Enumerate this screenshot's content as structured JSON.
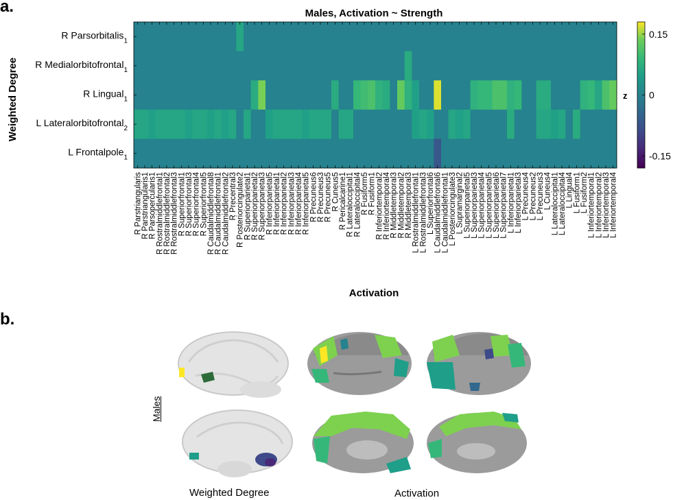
{
  "panel_labels": {
    "a": "a.",
    "b": "b."
  },
  "colors": {
    "background_cell": "#21908D"
  },
  "chart_data": {
    "type": "heatmap",
    "title": "Males, Activation ~ Strength",
    "xlabel": "Activation",
    "ylabel": "Weighted Degree",
    "colorbar": {
      "label": "z",
      "ticks": [
        0.15,
        0,
        -0.15
      ],
      "tick_labels": [
        "0.15",
        "0",
        "-0.15"
      ],
      "range": [
        -0.18,
        0.18
      ],
      "colormap": "viridis"
    },
    "rows": [
      {
        "name": "R Parsorbitalis",
        "sub": "1"
      },
      {
        "name": "R Medialorbitofrontal",
        "sub": "1"
      },
      {
        "name": "R Lingual",
        "sub": "1"
      },
      {
        "name": "L Lateralorbitofrontal",
        "sub": "2"
      },
      {
        "name": "L Frontalpole",
        "sub": "1"
      }
    ],
    "columns": [
      "R Parstriangularis",
      "R Parstriangularis1",
      "R Parsopercularis1",
      "R Rostralmiddlefrontal1",
      "R Rostralmiddlefrontal2",
      "R Rostralmiddlefrontal3",
      "R Superiorfrontal1",
      "R Superiorfrontal3",
      "R Superiorfrontal4",
      "R Superiorfrontal5",
      "R Caudalmiddlefrontal8",
      "R Caudalmiddlefrontal1",
      "R Caudalmiddlefrontal2",
      "R Precentral3",
      "R Posteriorcingulate2",
      "R Superiorparietal1",
      "R Superiorparietal2",
      "R Superiorparietal3",
      "R Inferiorparietal5",
      "R Inferiorparietal1",
      "R Inferiorparietal2",
      "R Inferiorparietal3",
      "R Inferiorparietal4",
      "R Inferiorparietal5",
      "R Precuneus6",
      "R Precuneus3",
      "R Precuneus5",
      "R Cuneus5",
      "R Pericalcarine1",
      "R Lateraloccipital1",
      "R Lateraloccipital4",
      "R Fusiform5",
      "R Fusiform1",
      "R Inferiortemporal2",
      "R Inferiortemporal4",
      "R Middletemporal3",
      "R Middletemporal2",
      "R Middletemporal3",
      "L Rostralmiddlefrontal1",
      "L Rostralmiddlefrontal3",
      "L Superiorfrontal6",
      "L Caudalmiddlefrontal6",
      "L Caudalmiddlefrontal1",
      "L Posteriorcingulate3",
      "L Supramarginal2",
      "L Superiorparietal5",
      "L Superiorparietal3",
      "L Superiorparietal4",
      "L Superiorparietal5",
      "L Superiorparietal6",
      "L Superiorparietal7",
      "L Inferiorparietal1",
      "L Inferiorparietal3",
      "L Precuneus4",
      "L Precuneus2",
      "L Precuneus3",
      "L Cuneus4",
      "L Lateraloccipital1",
      "L Lateraloccipital4",
      "L Lingual4",
      "L Fusiform1",
      "L Fusiform2",
      "L Inferiortemporal1",
      "L Inferiortemporal2",
      "L Inferiortemporal3",
      "L Inferiortemporal4"
    ],
    "values": [
      [
        0,
        0,
        0,
        0,
        0,
        0,
        0,
        0,
        0,
        0,
        0,
        0,
        0,
        0,
        0.06,
        0,
        0,
        0,
        0,
        0,
        0,
        0,
        0,
        0,
        0,
        0,
        0,
        0,
        0,
        0,
        0,
        0,
        0,
        0,
        0,
        0,
        0,
        0,
        0,
        0,
        0,
        0,
        0,
        0,
        0,
        0,
        0,
        0,
        0,
        0,
        0,
        0,
        0,
        0,
        0,
        0,
        0,
        0,
        0,
        0,
        0,
        0,
        0,
        0,
        0,
        0
      ],
      [
        0,
        0,
        0,
        0,
        0,
        0,
        0,
        0,
        0,
        0,
        0,
        0,
        0,
        0,
        0,
        0,
        0,
        0,
        0,
        0,
        0,
        0,
        0,
        0,
        0,
        0,
        0,
        0,
        0,
        0,
        0,
        0,
        0,
        0,
        0,
        0,
        0,
        0.07,
        0,
        0,
        0,
        0,
        0,
        0,
        0,
        0,
        0,
        0,
        0,
        0,
        0,
        0,
        0,
        0,
        0,
        0,
        0,
        0,
        0,
        0,
        0,
        0,
        0,
        0,
        0,
        0
      ],
      [
        0,
        0,
        0,
        0,
        0,
        0,
        0,
        0,
        0,
        0,
        0,
        0,
        0,
        0,
        0,
        0,
        0.07,
        0.14,
        0,
        0,
        0,
        0,
        0,
        0,
        0,
        0,
        0,
        0.07,
        0,
        0,
        0.09,
        0.1,
        0.11,
        0.08,
        0.07,
        0,
        0.13,
        0.08,
        0.05,
        0,
        0,
        0.17,
        0,
        0,
        0,
        0,
        0.08,
        0.09,
        0.09,
        0.11,
        0.11,
        0.08,
        0.09,
        0,
        0,
        0.07,
        0.07,
        0,
        0,
        0,
        0,
        0.08,
        0.09,
        0.06,
        0.11,
        0.13
      ],
      [
        0.06,
        0.06,
        0.05,
        0.06,
        0.06,
        0.06,
        0.06,
        0.05,
        0.06,
        0.06,
        0.05,
        0.06,
        0.05,
        0.06,
        0,
        0.06,
        0,
        0,
        0.05,
        0.06,
        0.06,
        0.06,
        0.06,
        0.05,
        0.06,
        0.06,
        0.06,
        0,
        0.06,
        0.06,
        0,
        0,
        0,
        0,
        0,
        0,
        0,
        0,
        0.05,
        0.06,
        0.05,
        0,
        0,
        0.06,
        0.05,
        0.06,
        0,
        0,
        0,
        0,
        0,
        0.07,
        0,
        0,
        0,
        0.06,
        0.06,
        0.05,
        0.06,
        0,
        0.07,
        0,
        0,
        0,
        0,
        0
      ],
      [
        0,
        0,
        0,
        0,
        0,
        0,
        0,
        0,
        0,
        0,
        0,
        0,
        0,
        0,
        0,
        0,
        0,
        0,
        0,
        0,
        0,
        0,
        0,
        0,
        0,
        0,
        0,
        0,
        0,
        0,
        0,
        0,
        0,
        0,
        0,
        0,
        0,
        0,
        0,
        0,
        0,
        -0.07,
        0,
        0,
        0,
        0,
        0,
        0,
        0,
        0,
        0,
        0,
        0,
        0,
        0,
        0,
        0,
        0,
        0,
        0,
        0,
        0,
        0,
        0,
        0,
        0
      ]
    ]
  },
  "brain_panel": {
    "row_label": "Males",
    "captions": {
      "left": "Weighted Degree",
      "right": "Activation"
    }
  }
}
